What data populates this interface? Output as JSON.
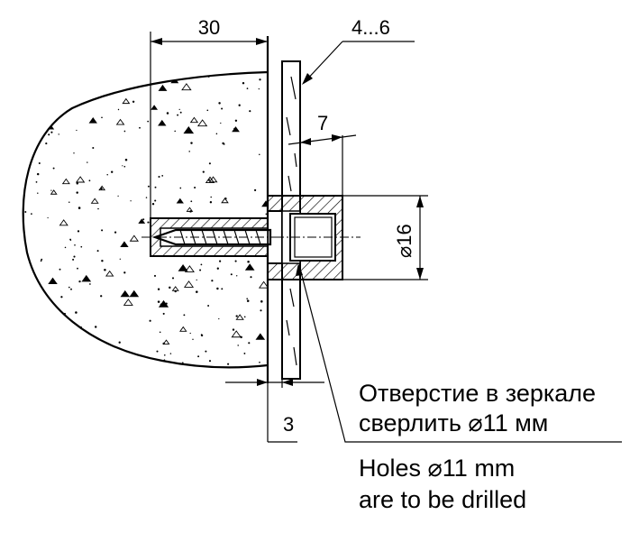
{
  "dimensions": {
    "d30": "30",
    "d4_6": "4...6",
    "d7": "7",
    "d16": "⌀16",
    "d3": "3"
  },
  "note": {
    "ru_line1": "Отверстие в зеркале",
    "ru_line2": "сверлить ⌀11 мм",
    "en_line1": "Holes ⌀11 mm",
    "en_line2": "are to be drilled"
  },
  "colors": {
    "line": "#000000",
    "background": "#ffffff"
  }
}
